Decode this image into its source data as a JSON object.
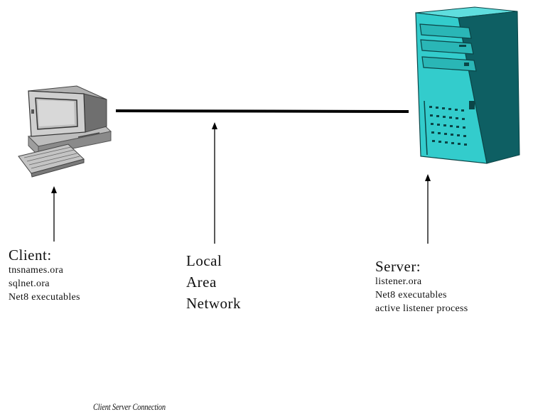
{
  "client": {
    "title": "Client:",
    "files": [
      "tnsnames.ora",
      "sqlnet.ora",
      "Net8 executables"
    ]
  },
  "network": {
    "lines": [
      "Local",
      "Area",
      "Network"
    ]
  },
  "server": {
    "title": "Server:",
    "files": [
      "listener.ora",
      "Net8 executables",
      "active listener process"
    ]
  },
  "caption": "Client Server Connection",
  "icons": {
    "client": "desktop-computer-icon",
    "server": "tower-server-icon"
  },
  "colors": {
    "server_face": "#33cccc",
    "server_side": "#0e5f63",
    "server_top": "#5fdede",
    "client_body": "#c9c9c9",
    "client_shadow": "#7d7d7d",
    "line": "#000000"
  }
}
